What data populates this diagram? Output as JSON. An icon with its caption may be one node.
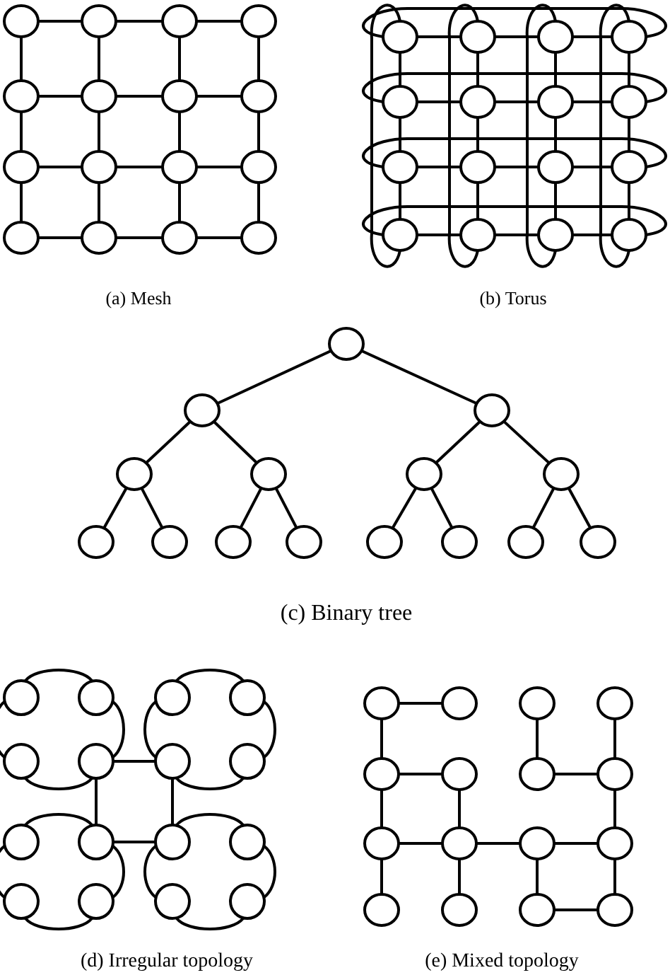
{
  "diagram": {
    "nodes": [
      {
        "text": [],
        "shape": "circle"
      },
      {
        "text": [],
        "shape": "circle"
      },
      {
        "text": [],
        "shape": "circle"
      },
      {
        "text": [],
        "shape": "circle"
      },
      {
        "text": [],
        "shape": "circle"
      },
      {
        "text": [],
        "shape": "circle"
      },
      {
        "text": [],
        "shape": "circle"
      },
      {
        "text": [],
        "shape": "circle"
      },
      {
        "text": [],
        "shape": "circle"
      },
      {
        "text": [],
        "shape": "circle"
      },
      {
        "text": [],
        "shape": "circle"
      },
      {
        "text": [],
        "shape": "circle"
      },
      {
        "text": [],
        "shape": "circle"
      },
      {
        "text": [],
        "shape": "circle"
      },
      {
        "text": [],
        "shape": "circle"
      },
      {
        "text": [],
        "shape": "circle"
      },
      {
        "text": [],
        "shape": "circle"
      },
      {
        "text": [],
        "shape": "circle"
      },
      {
        "text": [],
        "shape": "circle"
      },
      {
        "text": [],
        "shape": "circle"
      },
      {
        "text": [],
        "shape": "circle"
      },
      {
        "text": [],
        "shape": "circle"
      },
      {
        "text": [],
        "shape": "circle"
      },
      {
        "text": [],
        "shape": "circle"
      },
      {
        "text": [],
        "shape": "circle"
      },
      {
        "text": [],
        "shape": "circle"
      },
      {
        "text": [],
        "shape": "circle"
      },
      {
        "text": [],
        "shape": "circle"
      },
      {
        "text": [],
        "shape": "circle"
      },
      {
        "text": [],
        "shape": "circle"
      },
      {
        "text": [],
        "shape": "circle"
      },
      {
        "text": [],
        "shape": "circle"
      },
      {
        "text": [],
        "shape": "circle"
      },
      {
        "text": [],
        "shape": "circle"
      },
      {
        "text": [],
        "shape": "circle"
      },
      {
        "text": [],
        "shape": "circle"
      },
      {
        "text": [],
        "shape": "circle"
      },
      {
        "text": [],
        "shape": "circle"
      },
      {
        "text": [],
        "shape": "circle"
      },
      {
        "text": [],
        "shape": "circle"
      },
      {
        "text": [],
        "shape": "circle"
      },
      {
        "text": [],
        "shape": "circle"
      },
      {
        "text": [],
        "shape": "circle"
      },
      {
        "text": [],
        "shape": "circle"
      },
      {
        "text": [],
        "shape": "circle"
      },
      {
        "text": [],
        "shape": "circle"
      },
      {
        "text": [],
        "shape": "circle"
      },
      {
        "text": [],
        "shape": "circle"
      },
      {
        "text": [],
        "shape": "circle"
      },
      {
        "text": [],
        "shape": "circle"
      },
      {
        "text": [],
        "shape": "circle"
      },
      {
        "text": [],
        "shape": "circle"
      },
      {
        "text": [],
        "shape": "circle"
      },
      {
        "text": [],
        "shape": "circle"
      },
      {
        "text": [],
        "shape": "circle"
      },
      {
        "text": [],
        "shape": "circle"
      },
      {
        "text": [],
        "shape": "circle"
      },
      {
        "text": [],
        "shape": "circle"
      },
      {
        "text": [],
        "shape": "circle"
      },
      {
        "text": [],
        "shape": "circle"
      },
      {
        "text": [],
        "shape": "circle"
      },
      {
        "text": [],
        "shape": "circle"
      },
      {
        "text": [],
        "shape": "circle"
      },
      {
        "text": [],
        "shape": "circle"
      },
      {
        "text": [],
        "shape": "circle"
      },
      {
        "text": [],
        "shape": "circle"
      },
      {
        "text": [],
        "shape": "circle"
      },
      {
        "text": [],
        "shape": "circle"
      },
      {
        "text": [],
        "shape": "circle"
      },
      {
        "text": [],
        "shape": "circle"
      },
      {
        "text": [],
        "shape": "circle"
      },
      {
        "text": [],
        "shape": "circle"
      },
      {
        "text": [],
        "shape": "circle"
      },
      {
        "text": [],
        "shape": "circle"
      },
      {
        "text": [],
        "shape": "circle"
      },
      {
        "text": [],
        "shape": "circle"
      },
      {
        "text": [],
        "shape": "circle"
      },
      {
        "text": [],
        "shape": "circle"
      },
      {
        "text": [],
        "shape": "circle"
      }
    ],
    "edges": [
      {
        "from": 0,
        "to": 1,
        "arrow": "none"
      },
      {
        "from": 1,
        "to": 2,
        "arrow": "none"
      },
      {
        "from": 2,
        "to": 3,
        "arrow": "none"
      },
      {
        "from": 0,
        "to": 4,
        "arrow": "none"
      },
      {
        "from": 1,
        "to": 5,
        "arrow": "none"
      },
      {
        "from": 2,
        "to": 6,
        "arrow": "none"
      },
      {
        "from": 3,
        "to": 7,
        "arrow": "none"
      },
      {
        "from": 4,
        "to": 5,
        "arrow": "none"
      },
      {
        "from": 5,
        "to": 6,
        "arrow": "none"
      },
      {
        "from": 6,
        "to": 7,
        "arrow": "none"
      },
      {
        "from": 4,
        "to": 8,
        "arrow": "none"
      },
      {
        "from": 5,
        "to": 9,
        "arrow": "none"
      },
      {
        "from": 6,
        "to": 10,
        "arrow": "none"
      },
      {
        "from": 7,
        "to": 11,
        "arrow": "none"
      },
      {
        "from": 8,
        "to": 9,
        "arrow": "none"
      },
      {
        "from": 9,
        "to": 10,
        "arrow": "none"
      },
      {
        "from": 10,
        "to": 11,
        "arrow": "none"
      },
      {
        "from": 8,
        "to": 12,
        "arrow": "none"
      },
      {
        "from": 9,
        "to": 13,
        "arrow": "none"
      },
      {
        "from": 10,
        "to": 14,
        "arrow": "none"
      },
      {
        "from": 11,
        "to": 15,
        "arrow": "none"
      },
      {
        "from": 12,
        "to": 13,
        "arrow": "none"
      },
      {
        "from": 13,
        "to": 14,
        "arrow": "none"
      },
      {
        "from": 14,
        "to": 15,
        "arrow": "none"
      },
      {
        "from": 16,
        "to": 17,
        "arrow": "none"
      },
      {
        "from": 17,
        "to": 18,
        "arrow": "none"
      },
      {
        "from": 18,
        "to": 19,
        "arrow": "none"
      },
      {
        "from": 16,
        "to": 20,
        "arrow": "none"
      },
      {
        "from": 17,
        "to": 21,
        "arrow": "none"
      },
      {
        "from": 18,
        "to": 22,
        "arrow": "none"
      },
      {
        "from": 19,
        "to": 23,
        "arrow": "none"
      },
      {
        "from": 20,
        "to": 21,
        "arrow": "none"
      },
      {
        "from": 21,
        "to": 22,
        "arrow": "none"
      },
      {
        "from": 22,
        "to": 23,
        "arrow": "none"
      },
      {
        "from": 20,
        "to": 24,
        "arrow": "none"
      },
      {
        "from": 21,
        "to": 25,
        "arrow": "none"
      },
      {
        "from": 22,
        "to": 26,
        "arrow": "none"
      },
      {
        "from": 23,
        "to": 27,
        "arrow": "none"
      },
      {
        "from": 24,
        "to": 25,
        "arrow": "none"
      },
      {
        "from": 25,
        "to": 26,
        "arrow": "none"
      },
      {
        "from": 26,
        "to": 27,
        "arrow": "none"
      },
      {
        "from": 24,
        "to": 28,
        "arrow": "none"
      },
      {
        "from": 25,
        "to": 29,
        "arrow": "none"
      },
      {
        "from": 26,
        "to": 30,
        "arrow": "none"
      },
      {
        "from": 27,
        "to": 31,
        "arrow": "none"
      },
      {
        "from": 28,
        "to": 29,
        "arrow": "none"
      },
      {
        "from": 29,
        "to": 30,
        "arrow": "none"
      },
      {
        "from": 30,
        "to": 31,
        "arrow": "none"
      },
      {
        "from": 16,
        "to": 19,
        "arrow": "none"
      },
      {
        "from": 20,
        "to": 23,
        "arrow": "none"
      },
      {
        "from": 24,
        "to": 27,
        "arrow": "none"
      },
      {
        "from": 28,
        "to": 31,
        "arrow": "none"
      },
      {
        "from": 16,
        "to": 28,
        "arrow": "none"
      },
      {
        "from": 17,
        "to": 29,
        "arrow": "none"
      },
      {
        "from": 18,
        "to": 30,
        "arrow": "none"
      },
      {
        "from": 19,
        "to": 31,
        "arrow": "none"
      },
      {
        "from": 32,
        "to": 33,
        "arrow": "none"
      },
      {
        "from": 32,
        "to": 34,
        "arrow": "none"
      },
      {
        "from": 33,
        "to": 35,
        "arrow": "none"
      },
      {
        "from": 33,
        "to": 36,
        "arrow": "none"
      },
      {
        "from": 34,
        "to": 37,
        "arrow": "none"
      },
      {
        "from": 34,
        "to": 38,
        "arrow": "none"
      },
      {
        "from": 35,
        "to": 39,
        "arrow": "none"
      },
      {
        "from": 35,
        "to": 40,
        "arrow": "none"
      },
      {
        "from": 36,
        "to": 41,
        "arrow": "none"
      },
      {
        "from": 36,
        "to": 42,
        "arrow": "none"
      },
      {
        "from": 37,
        "to": 43,
        "arrow": "none"
      },
      {
        "from": 37,
        "to": 44,
        "arrow": "none"
      },
      {
        "from": 38,
        "to": 45,
        "arrow": "none"
      },
      {
        "from": 38,
        "to": 46,
        "arrow": "none"
      },
      {
        "from": 47,
        "to": 48,
        "arrow": "none"
      },
      {
        "from": 48,
        "to": 52,
        "arrow": "none"
      },
      {
        "from": 51,
        "to": 52,
        "arrow": "none"
      },
      {
        "from": 47,
        "to": 51,
        "arrow": "none"
      },
      {
        "from": 49,
        "to": 50,
        "arrow": "none"
      },
      {
        "from": 50,
        "to": 54,
        "arrow": "none"
      },
      {
        "from": 53,
        "to": 54,
        "arrow": "none"
      },
      {
        "from": 49,
        "to": 53,
        "arrow": "none"
      },
      {
        "from": 52,
        "to": 53,
        "arrow": "none"
      },
      {
        "from": 52,
        "to": 56,
        "arrow": "none"
      },
      {
        "from": 53,
        "to": 57,
        "arrow": "none"
      },
      {
        "from": 56,
        "to": 57,
        "arrow": "none"
      },
      {
        "from": 55,
        "to": 56,
        "arrow": "none"
      },
      {
        "from": 56,
        "to": 60,
        "arrow": "none"
      },
      {
        "from": 59,
        "to": 60,
        "arrow": "none"
      },
      {
        "from": 55,
        "to": 59,
        "arrow": "none"
      },
      {
        "from": 57,
        "to": 58,
        "arrow": "none"
      },
      {
        "from": 58,
        "to": 62,
        "arrow": "none"
      },
      {
        "from": 61,
        "to": 62,
        "arrow": "none"
      },
      {
        "from": 57,
        "to": 61,
        "arrow": "none"
      },
      {
        "from": 63,
        "to": 64,
        "arrow": "none"
      },
      {
        "from": 63,
        "to": 67,
        "arrow": "none"
      },
      {
        "from": 65,
        "to": 69,
        "arrow": "none"
      },
      {
        "from": 66,
        "to": 70,
        "arrow": "none"
      },
      {
        "from": 67,
        "to": 68,
        "arrow": "none"
      },
      {
        "from": 69,
        "to": 70,
        "arrow": "none"
      },
      {
        "from": 67,
        "to": 71,
        "arrow": "none"
      },
      {
        "from": 68,
        "to": 72,
        "arrow": "none"
      },
      {
        "from": 70,
        "to": 74,
        "arrow": "none"
      },
      {
        "from": 71,
        "to": 72,
        "arrow": "none"
      },
      {
        "from": 72,
        "to": 73,
        "arrow": "none"
      },
      {
        "from": 73,
        "to": 74,
        "arrow": "none"
      },
      {
        "from": 71,
        "to": 75,
        "arrow": "none"
      },
      {
        "from": 72,
        "to": 76,
        "arrow": "none"
      },
      {
        "from": 73,
        "to": 77,
        "arrow": "none"
      },
      {
        "from": 74,
        "to": 78,
        "arrow": "none"
      },
      {
        "from": 77,
        "to": 78,
        "arrow": "none"
      }
    ],
    "labels": [
      "(a) Mesh",
      "(b) Torus",
      "(c) Binary tree",
      "(d) Irregular topology",
      "(e) Mixed topology"
    ]
  }
}
